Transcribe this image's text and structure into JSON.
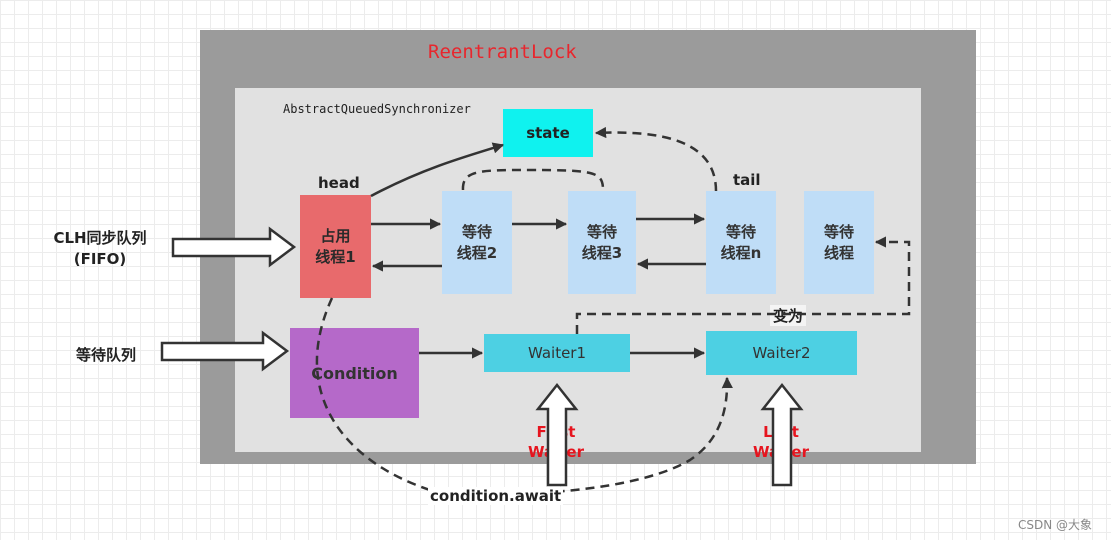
{
  "title": "ReentrantLock",
  "aqs_label": "AbstractQueuedSynchronizer",
  "state_label": "state",
  "head_label": "head",
  "tail_label": "tail",
  "nodes": {
    "owner_line1": "占用",
    "owner_line2": "线程1",
    "wait2_line1": "等待",
    "wait2_line2": "线程2",
    "wait3_line1": "等待",
    "wait3_line2": "线程3",
    "waitn_line1": "等待",
    "waitn_line2": "线程n",
    "waitnew_line1": "等待",
    "waitnew_line2": "线程"
  },
  "clh_label_line1": "CLH同步队列",
  "clh_label_line2": "(FIFO)",
  "wait_queue_label": "等待队列",
  "condition_label": "Condition",
  "waiter1_label": "Waiter1",
  "waiter2_label": "Waiter2",
  "become_label": "变为",
  "first_waiter_line1": "First",
  "first_waiter_line2": "Waiter",
  "last_waiter_line1": "Last",
  "last_waiter_line2": "Waiter",
  "await_label": "condition.await",
  "watermark": "CSDN @大象",
  "colors": {
    "outer": "#9b9b9b",
    "inner": "#e1e1e1",
    "state": "#0ff2ef",
    "owner_node": "#e86a6c",
    "wait_node": "#bfddf7",
    "condition": "#b569c9",
    "waiter": "#4dd0e3",
    "highlight_text": "#e6141e"
  }
}
